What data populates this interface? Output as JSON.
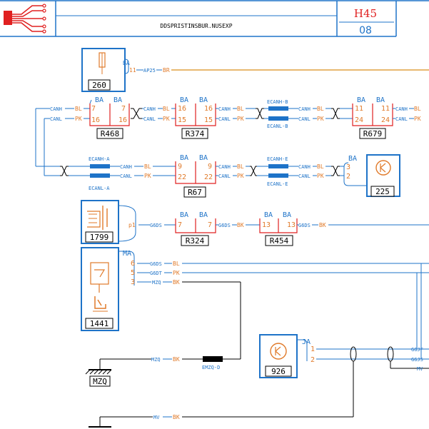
{
  "header": {
    "title": "DDSPRISTINSBUR.NUSEXP",
    "code": "H45",
    "page": "08"
  },
  "colors": {
    "blue": "#1e73c8",
    "orange": "#e07a2a",
    "red": "#e02020",
    "black": "#000000",
    "darkblue": "#1a4e9a"
  },
  "components": {
    "c260": {
      "id": "260",
      "pin_top": "BA",
      "pin": "11",
      "wire": "AP25",
      "color": "BR"
    },
    "c225": {
      "id": "225",
      "pin_top": "BA",
      "pin1": "3",
      "pin2": "2"
    },
    "c1799": {
      "id": "1799",
      "pin": "p1"
    },
    "c1441": {
      "id": "1441",
      "pin_top": "MA",
      "p6": "6",
      "p5": "5",
      "p3": "3"
    },
    "c926": {
      "id": "926",
      "pin_top": "JA",
      "p1": "1",
      "p2": "2"
    },
    "gnd": {
      "id": "MZQ"
    }
  },
  "connectors": {
    "r468": {
      "id": "R468",
      "ba_l": "BA",
      "ba_r": "BA",
      "p1l": "7",
      "p1r": "7",
      "p2l": "16",
      "p2r": "16"
    },
    "r374": {
      "id": "R374",
      "ba_l": "BA",
      "ba_r": "BA",
      "p1l": "16",
      "p1r": "16",
      "p2l": "15",
      "p2r": "15"
    },
    "r679": {
      "id": "R679",
      "ba_l": "BA",
      "ba_r": "BA",
      "p1l": "11",
      "p1r": "11",
      "p2l": "24",
      "p2r": "24"
    },
    "r67": {
      "id": "R67",
      "ba_l": "BA",
      "ba_r": "BA",
      "p1l": "9",
      "p1r": "9",
      "p2l": "22",
      "p2r": "22"
    },
    "r324": {
      "id": "R324",
      "ba_l": "BA",
      "ba_r": "BA",
      "p1l": "7",
      "p1r": "7"
    },
    "r454": {
      "id": "R454",
      "ba_l": "BA",
      "ba_r": "BA",
      "p1l": "13",
      "p1r": "13"
    }
  },
  "wires": {
    "canh": "CANH",
    "canl": "CANL",
    "bl": "BL",
    "pk": "PK",
    "bk": "BK",
    "g6ds": "G6DS",
    "g6dt": "G6DT",
    "mzq": "MZQ",
    "mv": "MV",
    "g6jf": "G6JF",
    "g6js": "G6JS"
  },
  "splices": {
    "ecanh_b": "ECANH-B",
    "ecanl_b": "ECANL-B",
    "ecanh_a": "ECANH-A",
    "ecanl_a": "ECANL-A",
    "ecanh_e": "ECANH-E",
    "ecanl_e": "ECANL-E",
    "emzq_d": "EMZQ-D"
  }
}
